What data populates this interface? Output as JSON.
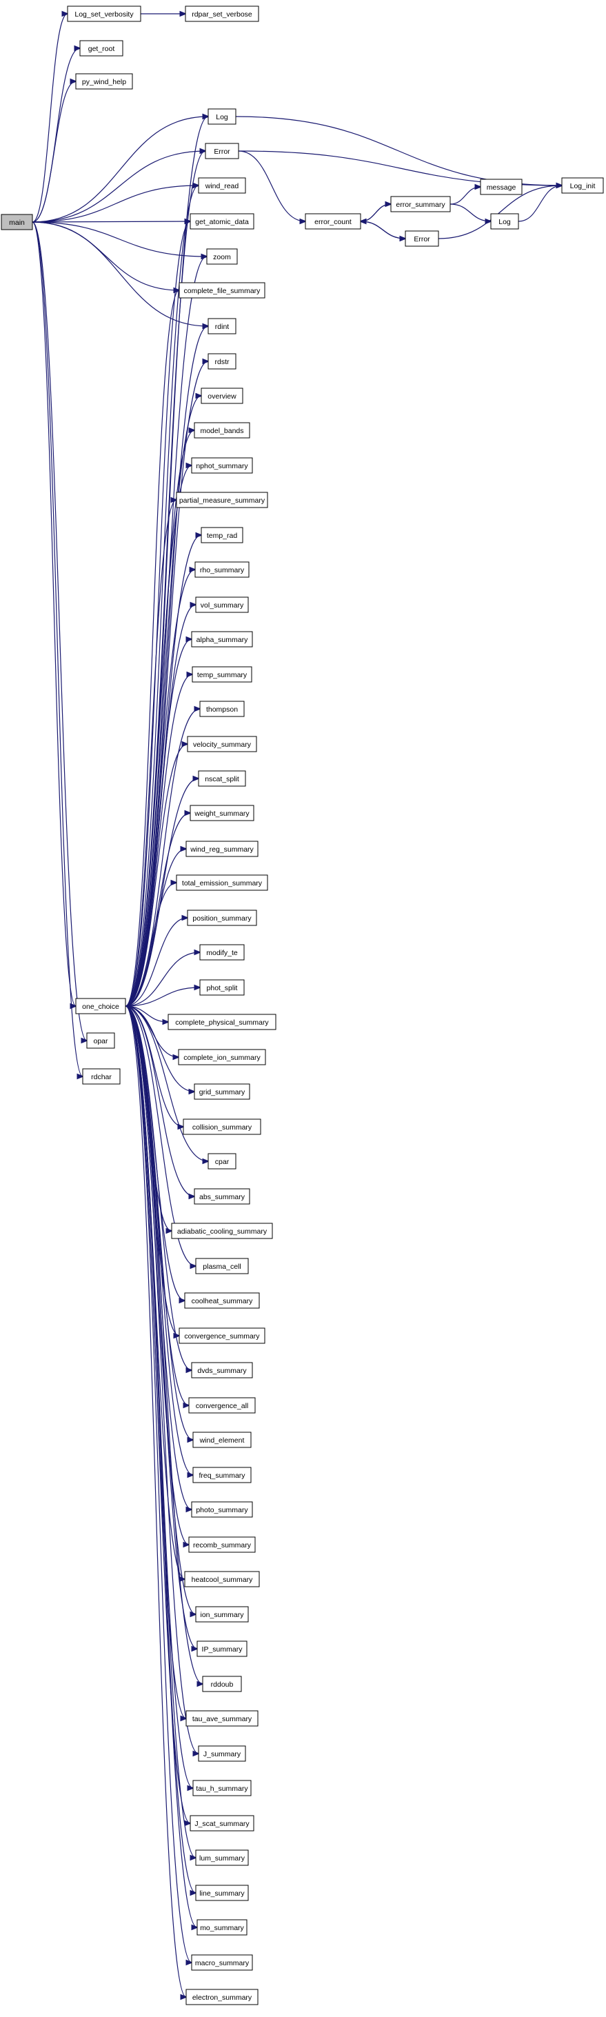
{
  "colors": {
    "edge": "#191970",
    "root_fill": "#bfbfbf",
    "node_fill": "#ffffff",
    "node_border": "#000000"
  },
  "nodes": [
    {
      "id": "main",
      "label": "main"
    },
    {
      "id": "log_set_verbosity",
      "label": "Log_set_verbosity"
    },
    {
      "id": "rdpar_set_verbose",
      "label": "rdpar_set_verbose"
    },
    {
      "id": "get_root",
      "label": "get_root"
    },
    {
      "id": "py_wind_help",
      "label": "py_wind_help"
    },
    {
      "id": "log",
      "label": "Log"
    },
    {
      "id": "error",
      "label": "Error"
    },
    {
      "id": "log_init",
      "label": "Log_init"
    },
    {
      "id": "wind_read",
      "label": "wind_read"
    },
    {
      "id": "get_atomic_data",
      "label": "get_atomic_data"
    },
    {
      "id": "error_count",
      "label": "error_count"
    },
    {
      "id": "error_summary",
      "label": "error_summary"
    },
    {
      "id": "message",
      "label": "message"
    },
    {
      "id": "log2",
      "label": "Log"
    },
    {
      "id": "error2",
      "label": "Error"
    },
    {
      "id": "zoom",
      "label": "zoom"
    },
    {
      "id": "complete_file_summary",
      "label": "complete_file_summary"
    },
    {
      "id": "rdint",
      "label": "rdint"
    },
    {
      "id": "rdstr",
      "label": "rdstr"
    },
    {
      "id": "overview",
      "label": "overview"
    },
    {
      "id": "model_bands",
      "label": "model_bands"
    },
    {
      "id": "nphot_summary",
      "label": "nphot_summary"
    },
    {
      "id": "partial_measure_summary",
      "label": "partial_measure_summary"
    },
    {
      "id": "temp_rad",
      "label": "temp_rad"
    },
    {
      "id": "rho_summary",
      "label": "rho_summary"
    },
    {
      "id": "vol_summary",
      "label": "vol_summary"
    },
    {
      "id": "alpha_summary",
      "label": "alpha_summary"
    },
    {
      "id": "temp_summary",
      "label": "temp_summary"
    },
    {
      "id": "thompson",
      "label": "thompson"
    },
    {
      "id": "velocity_summary",
      "label": "velocity_summary"
    },
    {
      "id": "nscat_split",
      "label": "nscat_split"
    },
    {
      "id": "weight_summary",
      "label": "weight_summary"
    },
    {
      "id": "wind_reg_summary",
      "label": "wind_reg_summary"
    },
    {
      "id": "total_emission_summary",
      "label": "total_emission_summary"
    },
    {
      "id": "position_summary",
      "label": "position_summary"
    },
    {
      "id": "modify_te",
      "label": "modify_te"
    },
    {
      "id": "phot_split",
      "label": "phot_split"
    },
    {
      "id": "one_choice",
      "label": "one_choice"
    },
    {
      "id": "complete_physical_summary",
      "label": "complete_physical_summary"
    },
    {
      "id": "opar",
      "label": "opar"
    },
    {
      "id": "complete_ion_summary",
      "label": "complete_ion_summary"
    },
    {
      "id": "rdchar",
      "label": "rdchar"
    },
    {
      "id": "grid_summary",
      "label": "grid_summary"
    },
    {
      "id": "collision_summary",
      "label": "collision_summary"
    },
    {
      "id": "cpar",
      "label": "cpar"
    },
    {
      "id": "abs_summary",
      "label": "abs_summary"
    },
    {
      "id": "adiabatic_cooling_summary",
      "label": "adiabatic_cooling_summary"
    },
    {
      "id": "plasma_cell",
      "label": "plasma_cell"
    },
    {
      "id": "coolheat_summary",
      "label": "coolheat_summary"
    },
    {
      "id": "convergence_summary",
      "label": "convergence_summary"
    },
    {
      "id": "dvds_summary",
      "label": "dvds_summary"
    },
    {
      "id": "convergence_all",
      "label": "convergence_all"
    },
    {
      "id": "wind_element",
      "label": "wind_element"
    },
    {
      "id": "freq_summary",
      "label": "freq_summary"
    },
    {
      "id": "photo_summary",
      "label": "photo_summary"
    },
    {
      "id": "recomb_summary",
      "label": "recomb_summary"
    },
    {
      "id": "heatcool_summary",
      "label": "heatcool_summary"
    },
    {
      "id": "ion_summary",
      "label": "ion_summary"
    },
    {
      "id": "IP_summary",
      "label": "IP_summary"
    },
    {
      "id": "rddoub",
      "label": "rddoub"
    },
    {
      "id": "tau_ave_summary",
      "label": "tau_ave_summary"
    },
    {
      "id": "J_summary",
      "label": "J_summary"
    },
    {
      "id": "tau_h_summary",
      "label": "tau_h_summary"
    },
    {
      "id": "J_scat_summary",
      "label": "J_scat_summary"
    },
    {
      "id": "lum_summary",
      "label": "lum_summary"
    },
    {
      "id": "line_summary",
      "label": "line_summary"
    },
    {
      "id": "mo_summary",
      "label": "mo_summary"
    },
    {
      "id": "macro_summary",
      "label": "macro_summary"
    },
    {
      "id": "electron_summary",
      "label": "electron_summary"
    }
  ],
  "edges": [
    [
      "main",
      "log_set_verbosity"
    ],
    [
      "main",
      "get_root"
    ],
    [
      "main",
      "py_wind_help"
    ],
    [
      "main",
      "log"
    ],
    [
      "main",
      "error"
    ],
    [
      "main",
      "wind_read"
    ],
    [
      "main",
      "get_atomic_data"
    ],
    [
      "main",
      "zoom"
    ],
    [
      "main",
      "complete_file_summary"
    ],
    [
      "main",
      "rdint"
    ],
    [
      "main",
      "one_choice"
    ],
    [
      "main",
      "opar"
    ],
    [
      "main",
      "rdchar"
    ],
    [
      "log_set_verbosity",
      "rdpar_set_verbose"
    ],
    [
      "log",
      "log_init"
    ],
    [
      "error",
      "log_init"
    ],
    [
      "error",
      "error_count"
    ],
    [
      "error_count",
      "error_summary"
    ],
    [
      "error_summary",
      "message"
    ],
    [
      "error_summary",
      "log2"
    ],
    [
      "error_summary",
      "error_count"
    ],
    [
      "error_count",
      "error2"
    ],
    [
      "error2",
      "error_count"
    ],
    [
      "log2",
      "log_init"
    ],
    [
      "error2",
      "log_init"
    ],
    [
      "one_choice",
      "log"
    ],
    [
      "one_choice",
      "error"
    ],
    [
      "one_choice",
      "wind_read"
    ],
    [
      "one_choice",
      "get_atomic_data"
    ],
    [
      "one_choice",
      "zoom"
    ],
    [
      "one_choice",
      "complete_file_summary"
    ],
    [
      "one_choice",
      "rdint"
    ],
    [
      "one_choice",
      "rdstr"
    ],
    [
      "one_choice",
      "overview"
    ],
    [
      "one_choice",
      "model_bands"
    ],
    [
      "one_choice",
      "nphot_summary"
    ],
    [
      "one_choice",
      "partial_measure_summary"
    ],
    [
      "one_choice",
      "temp_rad"
    ],
    [
      "one_choice",
      "rho_summary"
    ],
    [
      "one_choice",
      "vol_summary"
    ],
    [
      "one_choice",
      "alpha_summary"
    ],
    [
      "one_choice",
      "temp_summary"
    ],
    [
      "one_choice",
      "thompson"
    ],
    [
      "one_choice",
      "velocity_summary"
    ],
    [
      "one_choice",
      "nscat_split"
    ],
    [
      "one_choice",
      "weight_summary"
    ],
    [
      "one_choice",
      "wind_reg_summary"
    ],
    [
      "one_choice",
      "total_emission_summary"
    ],
    [
      "one_choice",
      "position_summary"
    ],
    [
      "one_choice",
      "modify_te"
    ],
    [
      "one_choice",
      "phot_split"
    ],
    [
      "one_choice",
      "complete_physical_summary"
    ],
    [
      "one_choice",
      "complete_ion_summary"
    ],
    [
      "one_choice",
      "grid_summary"
    ],
    [
      "one_choice",
      "collision_summary"
    ],
    [
      "one_choice",
      "cpar"
    ],
    [
      "one_choice",
      "abs_summary"
    ],
    [
      "one_choice",
      "adiabatic_cooling_summary"
    ],
    [
      "one_choice",
      "plasma_cell"
    ],
    [
      "one_choice",
      "coolheat_summary"
    ],
    [
      "one_choice",
      "convergence_summary"
    ],
    [
      "one_choice",
      "dvds_summary"
    ],
    [
      "one_choice",
      "convergence_all"
    ],
    [
      "one_choice",
      "wind_element"
    ],
    [
      "one_choice",
      "freq_summary"
    ],
    [
      "one_choice",
      "photo_summary"
    ],
    [
      "one_choice",
      "recomb_summary"
    ],
    [
      "one_choice",
      "heatcool_summary"
    ],
    [
      "one_choice",
      "ion_summary"
    ],
    [
      "one_choice",
      "IP_summary"
    ],
    [
      "one_choice",
      "rddoub"
    ],
    [
      "one_choice",
      "tau_ave_summary"
    ],
    [
      "one_choice",
      "J_summary"
    ],
    [
      "one_choice",
      "tau_h_summary"
    ],
    [
      "one_choice",
      "J_scat_summary"
    ],
    [
      "one_choice",
      "lum_summary"
    ],
    [
      "one_choice",
      "line_summary"
    ],
    [
      "one_choice",
      "mo_summary"
    ],
    [
      "one_choice",
      "macro_summary"
    ],
    [
      "one_choice",
      "electron_summary"
    ]
  ]
}
